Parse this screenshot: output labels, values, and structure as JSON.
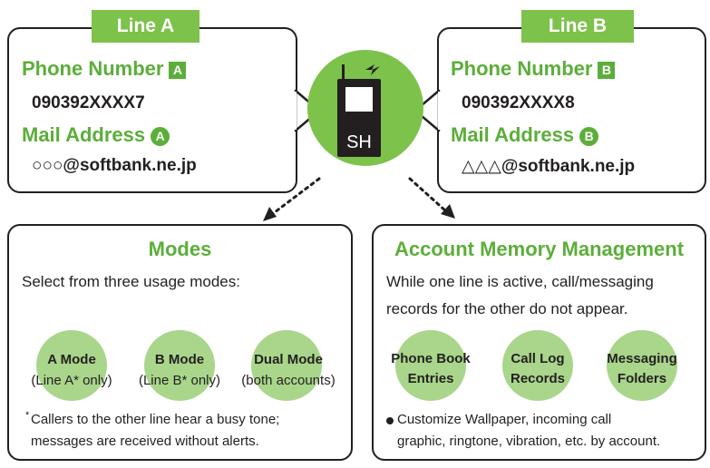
{
  "line_a": {
    "tab": "Line A",
    "phone_heading": "Phone Number",
    "phone_badge": "A",
    "phone_number": "090392XXXX7",
    "mail_heading": "Mail Address",
    "mail_badge": "A",
    "mail_address": "○○○@softbank.ne.jp"
  },
  "line_b": {
    "tab": "Line B",
    "phone_heading": "Phone Number",
    "phone_badge": "B",
    "phone_number": "090392XXXX8",
    "mail_heading": "Mail Address",
    "mail_badge": "B",
    "mail_address": "△△△@softbank.ne.jp"
  },
  "phone": {
    "label": "SH"
  },
  "modes": {
    "title": "Modes",
    "intro": "Select from three usage modes:",
    "items": [
      {
        "title": "A Mode",
        "sub": "(Line A* only)"
      },
      {
        "title": "B Mode",
        "sub": "(Line B* only)"
      },
      {
        "title": "Dual Mode",
        "sub": "(both accounts)"
      }
    ],
    "footnote_mark": "*",
    "footnote_line1": "Callers to the other line hear a busy tone;",
    "footnote_line2": "messages are received without alerts."
  },
  "memory": {
    "title": "Account Memory Management",
    "intro_line1": "While one line is active, call/messaging",
    "intro_line2": "records for the other do not appear.",
    "items": [
      {
        "line1": "Phone Book",
        "line2": "Entries"
      },
      {
        "line1": "Call Log",
        "line2": "Records"
      },
      {
        "line1": "Messaging",
        "line2": "Folders"
      }
    ],
    "bullet_line1": "Customize Wallpaper, incoming call",
    "bullet_line2": "graphic, ringtone, vibration, etc. by account."
  }
}
